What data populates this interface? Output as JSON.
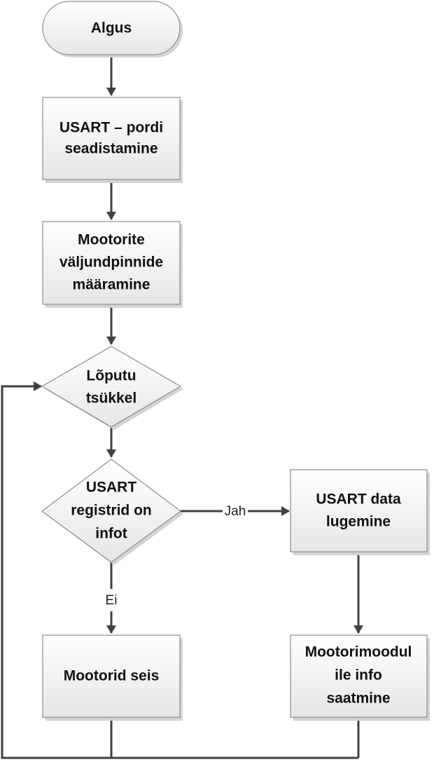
{
  "diagram": {
    "type": "flowchart",
    "colors": {
      "line": "#404040",
      "node_border": "#8c8c8c",
      "node_fill_top": "#ffffff",
      "node_fill_bottom": "#e8e8e8",
      "shadow": "#d0d0d0"
    },
    "nodes": [
      {
        "id": "start",
        "shape": "terminator",
        "lines": [
          "Algus"
        ]
      },
      {
        "id": "usart_setup",
        "shape": "process",
        "lines": [
          "USART – pordi",
          "seadistamine"
        ]
      },
      {
        "id": "motor_pins",
        "shape": "process",
        "lines": [
          "Mootorite",
          "väljundpinnide",
          "määramine"
        ]
      },
      {
        "id": "loop",
        "shape": "decision",
        "lines": [
          "Lõputu",
          "tsükkel"
        ]
      },
      {
        "id": "usart_check",
        "shape": "decision",
        "lines": [
          "USART",
          "registrid on",
          "infot"
        ]
      },
      {
        "id": "usart_read",
        "shape": "process",
        "lines": [
          "USART data",
          "lugemine"
        ]
      },
      {
        "id": "motors_stop",
        "shape": "process",
        "lines": [
          "Mootorid seis"
        ]
      },
      {
        "id": "motor_send",
        "shape": "process",
        "lines": [
          "Mootorimoodul",
          "ile info",
          "saatmine"
        ]
      }
    ],
    "edges": [
      {
        "from": "start",
        "to": "usart_setup",
        "label": ""
      },
      {
        "from": "usart_setup",
        "to": "motor_pins",
        "label": ""
      },
      {
        "from": "motor_pins",
        "to": "loop",
        "label": ""
      },
      {
        "from": "loop",
        "to": "usart_check",
        "label": ""
      },
      {
        "from": "usart_check",
        "to": "usart_read",
        "label": "Jah"
      },
      {
        "from": "usart_check",
        "to": "motors_stop",
        "label": "Ei"
      },
      {
        "from": "usart_read",
        "to": "motor_send",
        "label": ""
      },
      {
        "from": "motors_stop",
        "to": "loop",
        "label": ""
      },
      {
        "from": "motor_send",
        "to": "loop",
        "label": ""
      }
    ]
  }
}
